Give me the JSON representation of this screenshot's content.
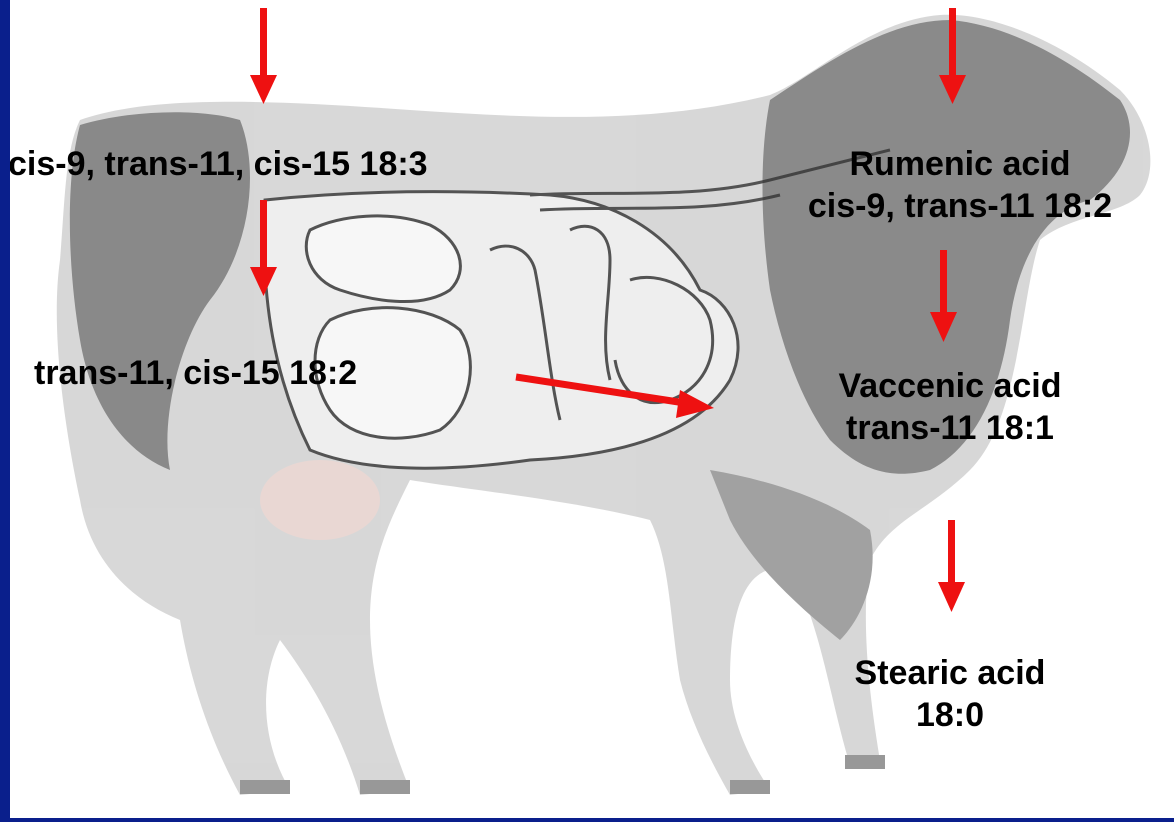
{
  "diagram": {
    "cis9_trans11_cis15_label": "cis-9, trans-11, cis-15 18:3",
    "trans11_cis15_label": "trans-11, cis-15 18:2",
    "rumenic": {
      "name": "Rumenic acid",
      "formula": "cis-9, trans-11 18:2"
    },
    "vaccenic": {
      "name": "Vaccenic acid",
      "formula": "trans-11 18:1"
    },
    "stearic": {
      "name": "Stearic acid",
      "formula": "18:0"
    }
  },
  "colors": {
    "border": "#0a1f8c",
    "arrow": "#ee1111",
    "text": "#000000"
  }
}
